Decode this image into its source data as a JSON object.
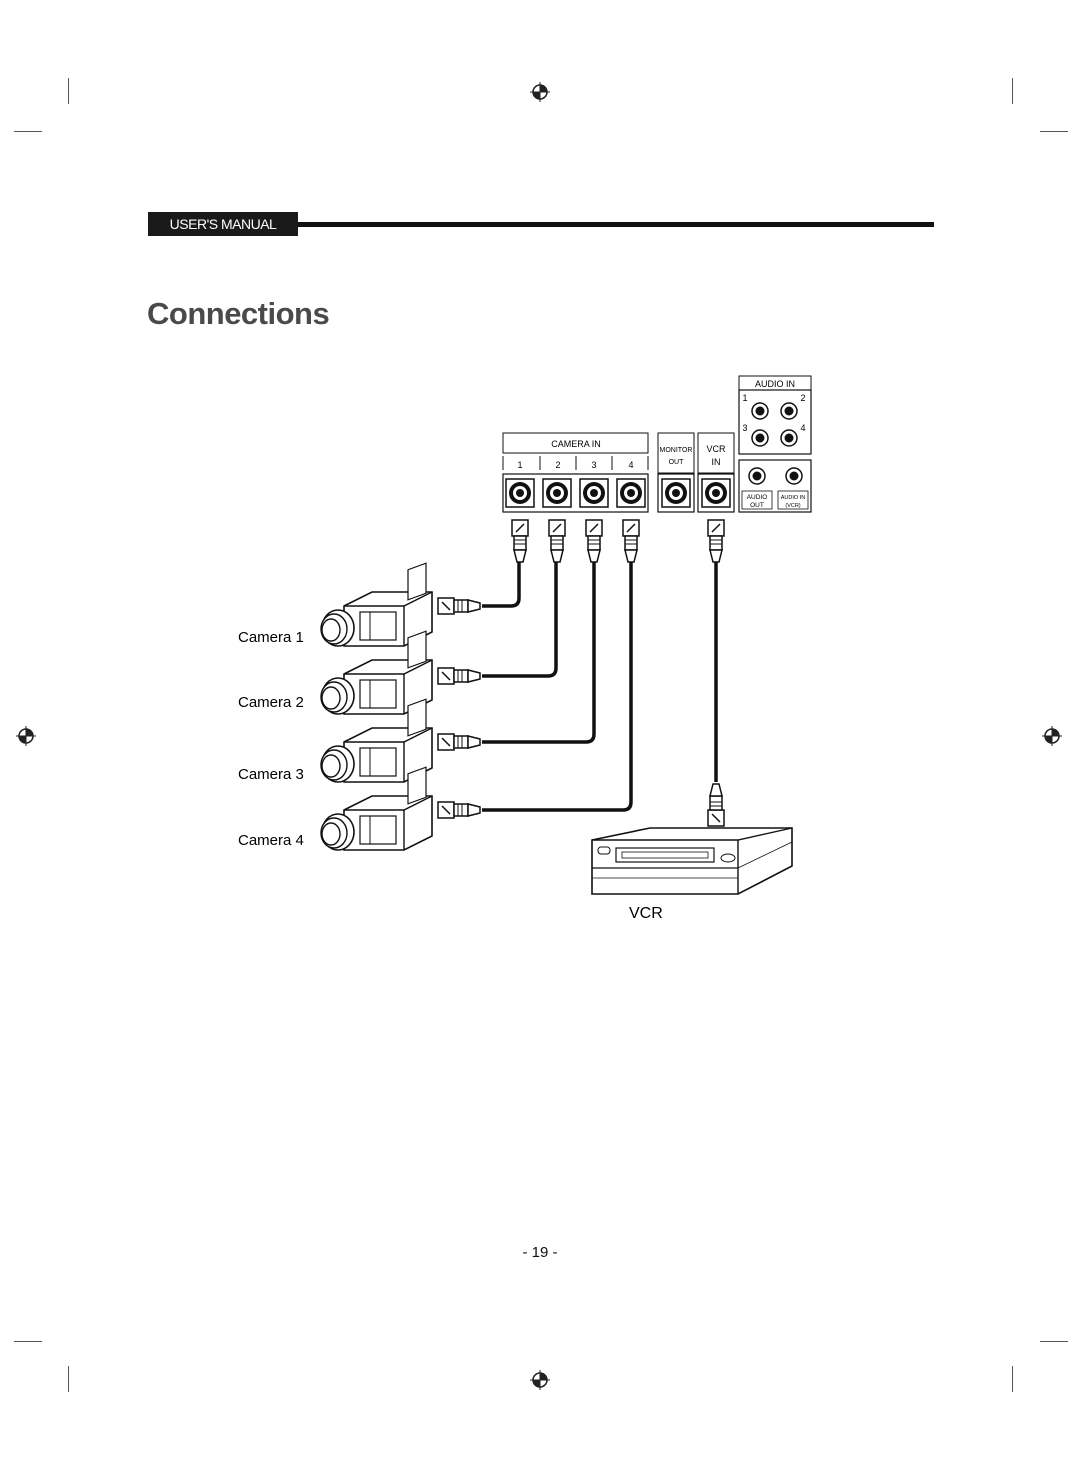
{
  "header": {
    "section_label": "USER'S MANUAL"
  },
  "page": {
    "title": "Connections",
    "number": "- 19 -"
  },
  "diagram": {
    "panel": {
      "camera_in_label": "CAMERA IN",
      "camera_ports": [
        "1",
        "2",
        "3",
        "4"
      ],
      "monitor_out_label": [
        "MONITOR",
        "OUT"
      ],
      "vcr_in_label": [
        "VCR",
        "IN"
      ],
      "audio_in_label": "AUDIO IN",
      "audio_in_ports": [
        "1",
        "2",
        "3",
        "4"
      ],
      "audio_out_label": [
        "AUDIO",
        "OUT"
      ],
      "audio_in_vcr_label": [
        "AUDIO IN",
        "(VCR)"
      ]
    },
    "cameras": [
      "Camera 1",
      "Camera 2",
      "Camera 3",
      "Camera 4"
    ],
    "vcr_label": "VCR"
  }
}
